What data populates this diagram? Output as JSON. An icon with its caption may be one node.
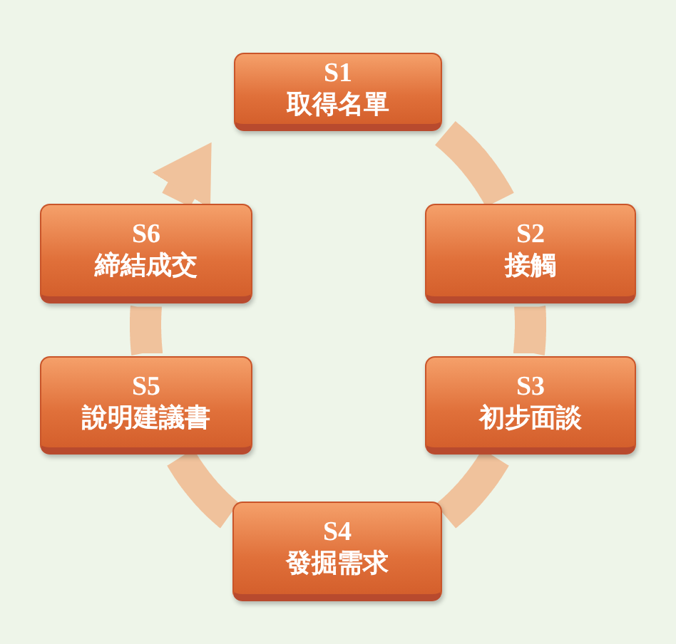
{
  "diagram": {
    "nodes": [
      {
        "text": [
          "S1",
          "取得名單"
        ]
      },
      {
        "text": [
          "S2",
          "接觸"
        ]
      },
      {
        "text": [
          "S3",
          "初步面談"
        ]
      },
      {
        "text": [
          "S4",
          "發掘需求"
        ]
      },
      {
        "text": [
          "S5",
          "說明建議書"
        ]
      },
      {
        "text": [
          "S6",
          "締結成交"
        ]
      }
    ],
    "edges": [
      {
        "from": 0,
        "to": 1,
        "arrow": "none"
      },
      {
        "from": 1,
        "to": 2,
        "arrow": "none"
      },
      {
        "from": 2,
        "to": 3,
        "arrow": "none"
      },
      {
        "from": 3,
        "to": 4,
        "arrow": "none"
      },
      {
        "from": 4,
        "to": 5,
        "arrow": "none"
      },
      {
        "from": 5,
        "to": 0,
        "arrow": "to"
      }
    ]
  }
}
